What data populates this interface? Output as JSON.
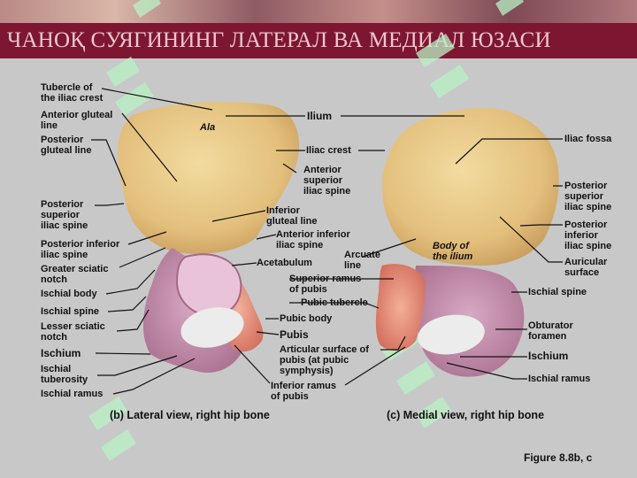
{
  "title": "ЧАНОҚ СУЯГИНИНГ ЛАТЕРАЛ ВА МЕДИАЛ ЮЗАСИ",
  "lateral": {
    "tubercle": [
      "Tubercle of",
      "the iliac crest"
    ],
    "anterior_gluteal": [
      "Anterior gluteal",
      "line"
    ],
    "posterior_gluteal": [
      "Posterior",
      "gluteal line"
    ],
    "post_sup_iliac": [
      "Posterior",
      "superior",
      "iliac spine"
    ],
    "post_inf_iliac": [
      "Posterior inferior",
      "iliac spine"
    ],
    "greater_sciatic": [
      "Greater sciatic",
      "notch"
    ],
    "ischial_body": "Ischial body",
    "ischial_spine": "Ischial spine",
    "lesser_sciatic": [
      "Lesser sciatic",
      "notch"
    ],
    "ischium": "Ischium",
    "ischial_tuberosity": [
      "Ischial",
      "tuberosity"
    ],
    "ischial_ramus": "Ischial ramus",
    "ala": "Ala"
  },
  "center": {
    "ilium": "Ilium",
    "iliac_crest": "Iliac crest",
    "ant_sup_iliac": [
      "Anterior",
      "superior",
      "iliac spine"
    ],
    "inferior_gluteal": [
      "Inferior",
      "gluteal line"
    ],
    "ant_inf_iliac": [
      "Anterior inferior",
      "iliac spine"
    ],
    "acetabulum": "Acetabulum",
    "arcuate": [
      "Arcuate",
      "line"
    ],
    "superior_ramus": [
      "Superior ramus",
      "of pubis"
    ],
    "pubic_tubercle": "Pubic tubercle",
    "pubic_body": "Pubic body",
    "pubis": "Pubis",
    "articular_surface": [
      "Articular surface of",
      "pubis (at pubic",
      "symphysis)"
    ],
    "inferior_ramus": [
      "Inferior ramus",
      "of pubis"
    ],
    "body_ilium": [
      "Body of",
      "the ilium"
    ]
  },
  "medial": {
    "iliac_fossa": "Iliac fossa",
    "post_sup_iliac": [
      "Posterior",
      "superior",
      "iliac spine"
    ],
    "post_inf_iliac": [
      "Posterior",
      "inferior",
      "iliac spine"
    ],
    "auricular": [
      "Auricular",
      "surface"
    ],
    "ischial_spine": "Ischial spine",
    "obturator": [
      "Obturator",
      "foramen"
    ],
    "ischium": "Ischium",
    "ischial_ramus": "Ischial ramus"
  },
  "captions": {
    "lateral": "(b) Lateral view, right hip bone",
    "medial": "(c) Medial view, right hip bone",
    "figure": "Figure 8.8b, c"
  },
  "colors": {
    "title_bar": "#7d1631",
    "title_text": "#f1c7cf",
    "background": "#c8c8c8",
    "ilium": "#e6c582",
    "ischium": "#c896b6",
    "pubis": "#e6907a",
    "watermark": "#b7f0c2"
  }
}
